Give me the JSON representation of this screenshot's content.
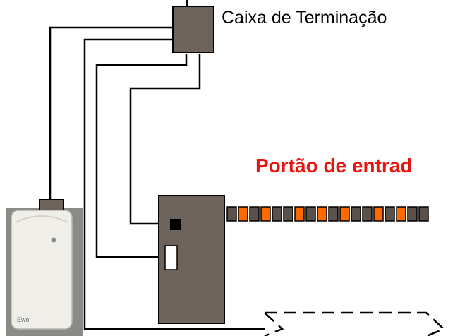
{
  "labels": {
    "termination_box": "Caixa de Terminação",
    "entrance_gate": "Portão de entrad"
  },
  "reader_device": {
    "brand_text": "Ewo"
  },
  "colors": {
    "gate_label": "#e8150f",
    "box_fill": "#6e635a",
    "barrier_orange": "#ff6a00",
    "barrier_dark": "#5a514b",
    "reader_body": "#f0eee8",
    "reader_background": "#8a8a86",
    "line": "#000000"
  },
  "barrier": {
    "pattern": [
      "dark",
      "orange",
      "dark",
      "orange",
      "dark",
      "dark",
      "orange",
      "dark",
      "orange",
      "dark",
      "orange",
      "dark",
      "dark",
      "orange",
      "dark",
      "orange",
      "dark",
      "dark"
    ]
  },
  "icons": {
    "reader": "card-reader-device",
    "sensor": "vehicle-loop-sensor"
  }
}
